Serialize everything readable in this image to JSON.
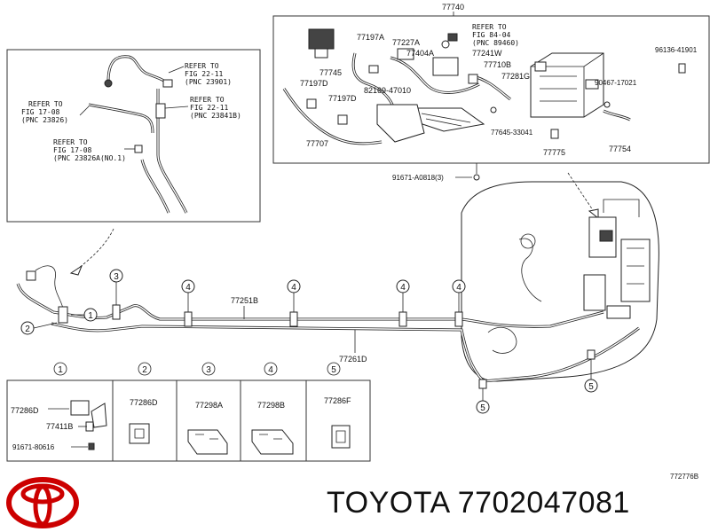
{
  "diagram": {
    "upper_right_parts": {
      "p77740": "77740",
      "refer1": "REFER TO",
      "refer1_fig": "FIG 84-04",
      "refer1_pnc": "(PNC 89460)",
      "p77197A": "77197A",
      "p77227A": "77227A",
      "p77241W": "77241W",
      "p77404A": "77404A",
      "p77710B": "77710B",
      "p77281G": "77281G",
      "p77745": "77745",
      "p77197D_a": "77197D",
      "p77197D_b": "77197D",
      "p82169": "82169-47010",
      "p77707": "77707",
      "p77645": "77645-33041",
      "p77775": "77775",
      "p96136": "96136-41901",
      "p90467": "90467-17021",
      "p77754": "77754",
      "p91671_a": "91671-A0818(3)"
    },
    "upper_left_inset": {
      "refer_a": "REFER TO",
      "refer_a_fig": "FIG 22-11",
      "refer_a_pnc": "(PNC 23901)",
      "refer_b": "REFER TO",
      "refer_b_fig": "FIG 22-11",
      "refer_b_pnc": "(PNC 23841B)",
      "refer_c": "REFER TO",
      "refer_c_fig": "FIG 17-08",
      "refer_c_pnc": "(PNC 23826)",
      "refer_d": "REFER TO",
      "refer_d_fig": "FIG 17-08",
      "refer_d_pnc": "(PNC 23826A(NO.1)"
    },
    "main": {
      "p77251B": "77251B",
      "p77261D": "77261D",
      "callout_1": "1",
      "callout_2": "2",
      "callout_3": "3",
      "callout_4": "4",
      "callout_5": "5"
    },
    "legend": {
      "headers": [
        "1",
        "2",
        "3",
        "4",
        "5"
      ],
      "cell1_a": "77286D",
      "cell1_b": "77411B",
      "cell1_c": "91671-80616",
      "cell2": "77286D",
      "cell3": "77298A",
      "cell4": "77298B",
      "cell5": "77286F"
    },
    "drawing_code": "772776B"
  },
  "brand": {
    "text": "TOYOTA 7702047081",
    "logo_color": "#cc0000"
  }
}
